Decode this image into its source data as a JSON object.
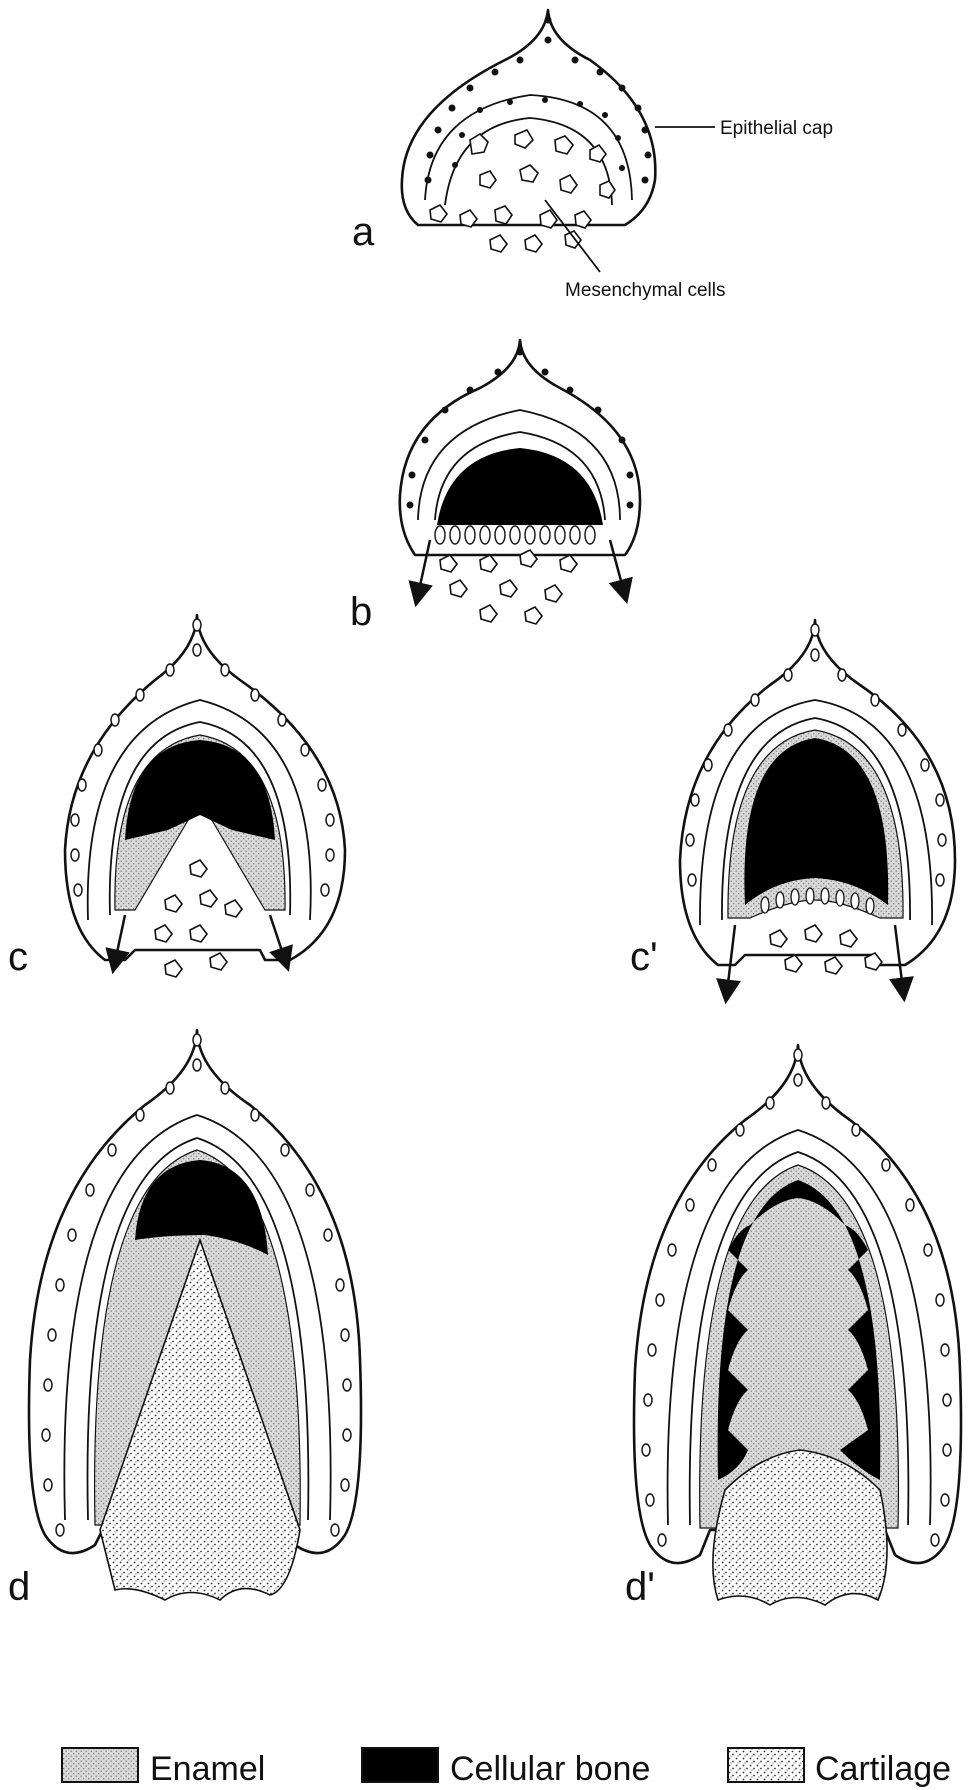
{
  "panels": {
    "a": "a",
    "b": "b",
    "c": "c",
    "c_prime": "c'",
    "d": "d",
    "d_prime": "d'"
  },
  "callouts": {
    "epithelial_cap": "Epithelial cap",
    "mesenchymal_cells": "Mesenchymal cells"
  },
  "legend": {
    "enamel": "Enamel",
    "cellular_bone": "Cellular bone",
    "cartilage": "Cartilage"
  },
  "colors": {
    "ink": "#111111",
    "enamel_fill": "#d4d4d4",
    "cellular_bone_fill": "#000000",
    "cartilage_fill": "dotted"
  }
}
